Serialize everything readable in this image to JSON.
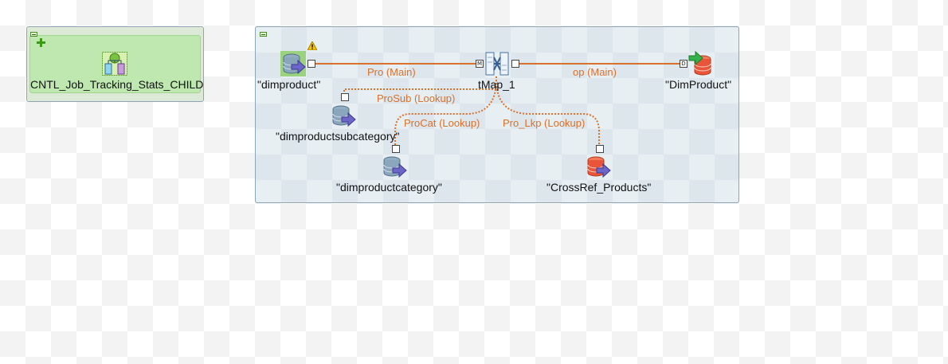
{
  "subjobs": {
    "child": {
      "component_label": "CNTL_Job_Tracking_Stats_CHILD",
      "icon": "run-job-icon",
      "color": "#bfe8b1"
    },
    "main": {
      "color": "#e8eff3",
      "components": {
        "dimproduct": "\"dimproduct\"",
        "tmap": "tMap_1",
        "dimproduct_out": "\"DimProduct\"",
        "dimproductsubcategory": "\"dimproductsubcategory\"",
        "dimproductcategory": "\"dimproductcategory\"",
        "crossref_products": "\"CrossRef_Products\""
      },
      "links": {
        "pro_main": "Pro (Main)",
        "op_main": "op (Main)",
        "prosub_lookup": "ProSub (Lookup)",
        "procat_lookup": "ProCat (Lookup)",
        "pro_lkp_lookup": "Pro_Lkp (Lookup)"
      },
      "port_glyphs": {
        "main": "M",
        "output": "D"
      },
      "warning_icon": "warning-icon"
    }
  },
  "colors": {
    "link": "#d9702b",
    "db_blue": "#7f9eb6",
    "db_red": "#e8553b"
  }
}
